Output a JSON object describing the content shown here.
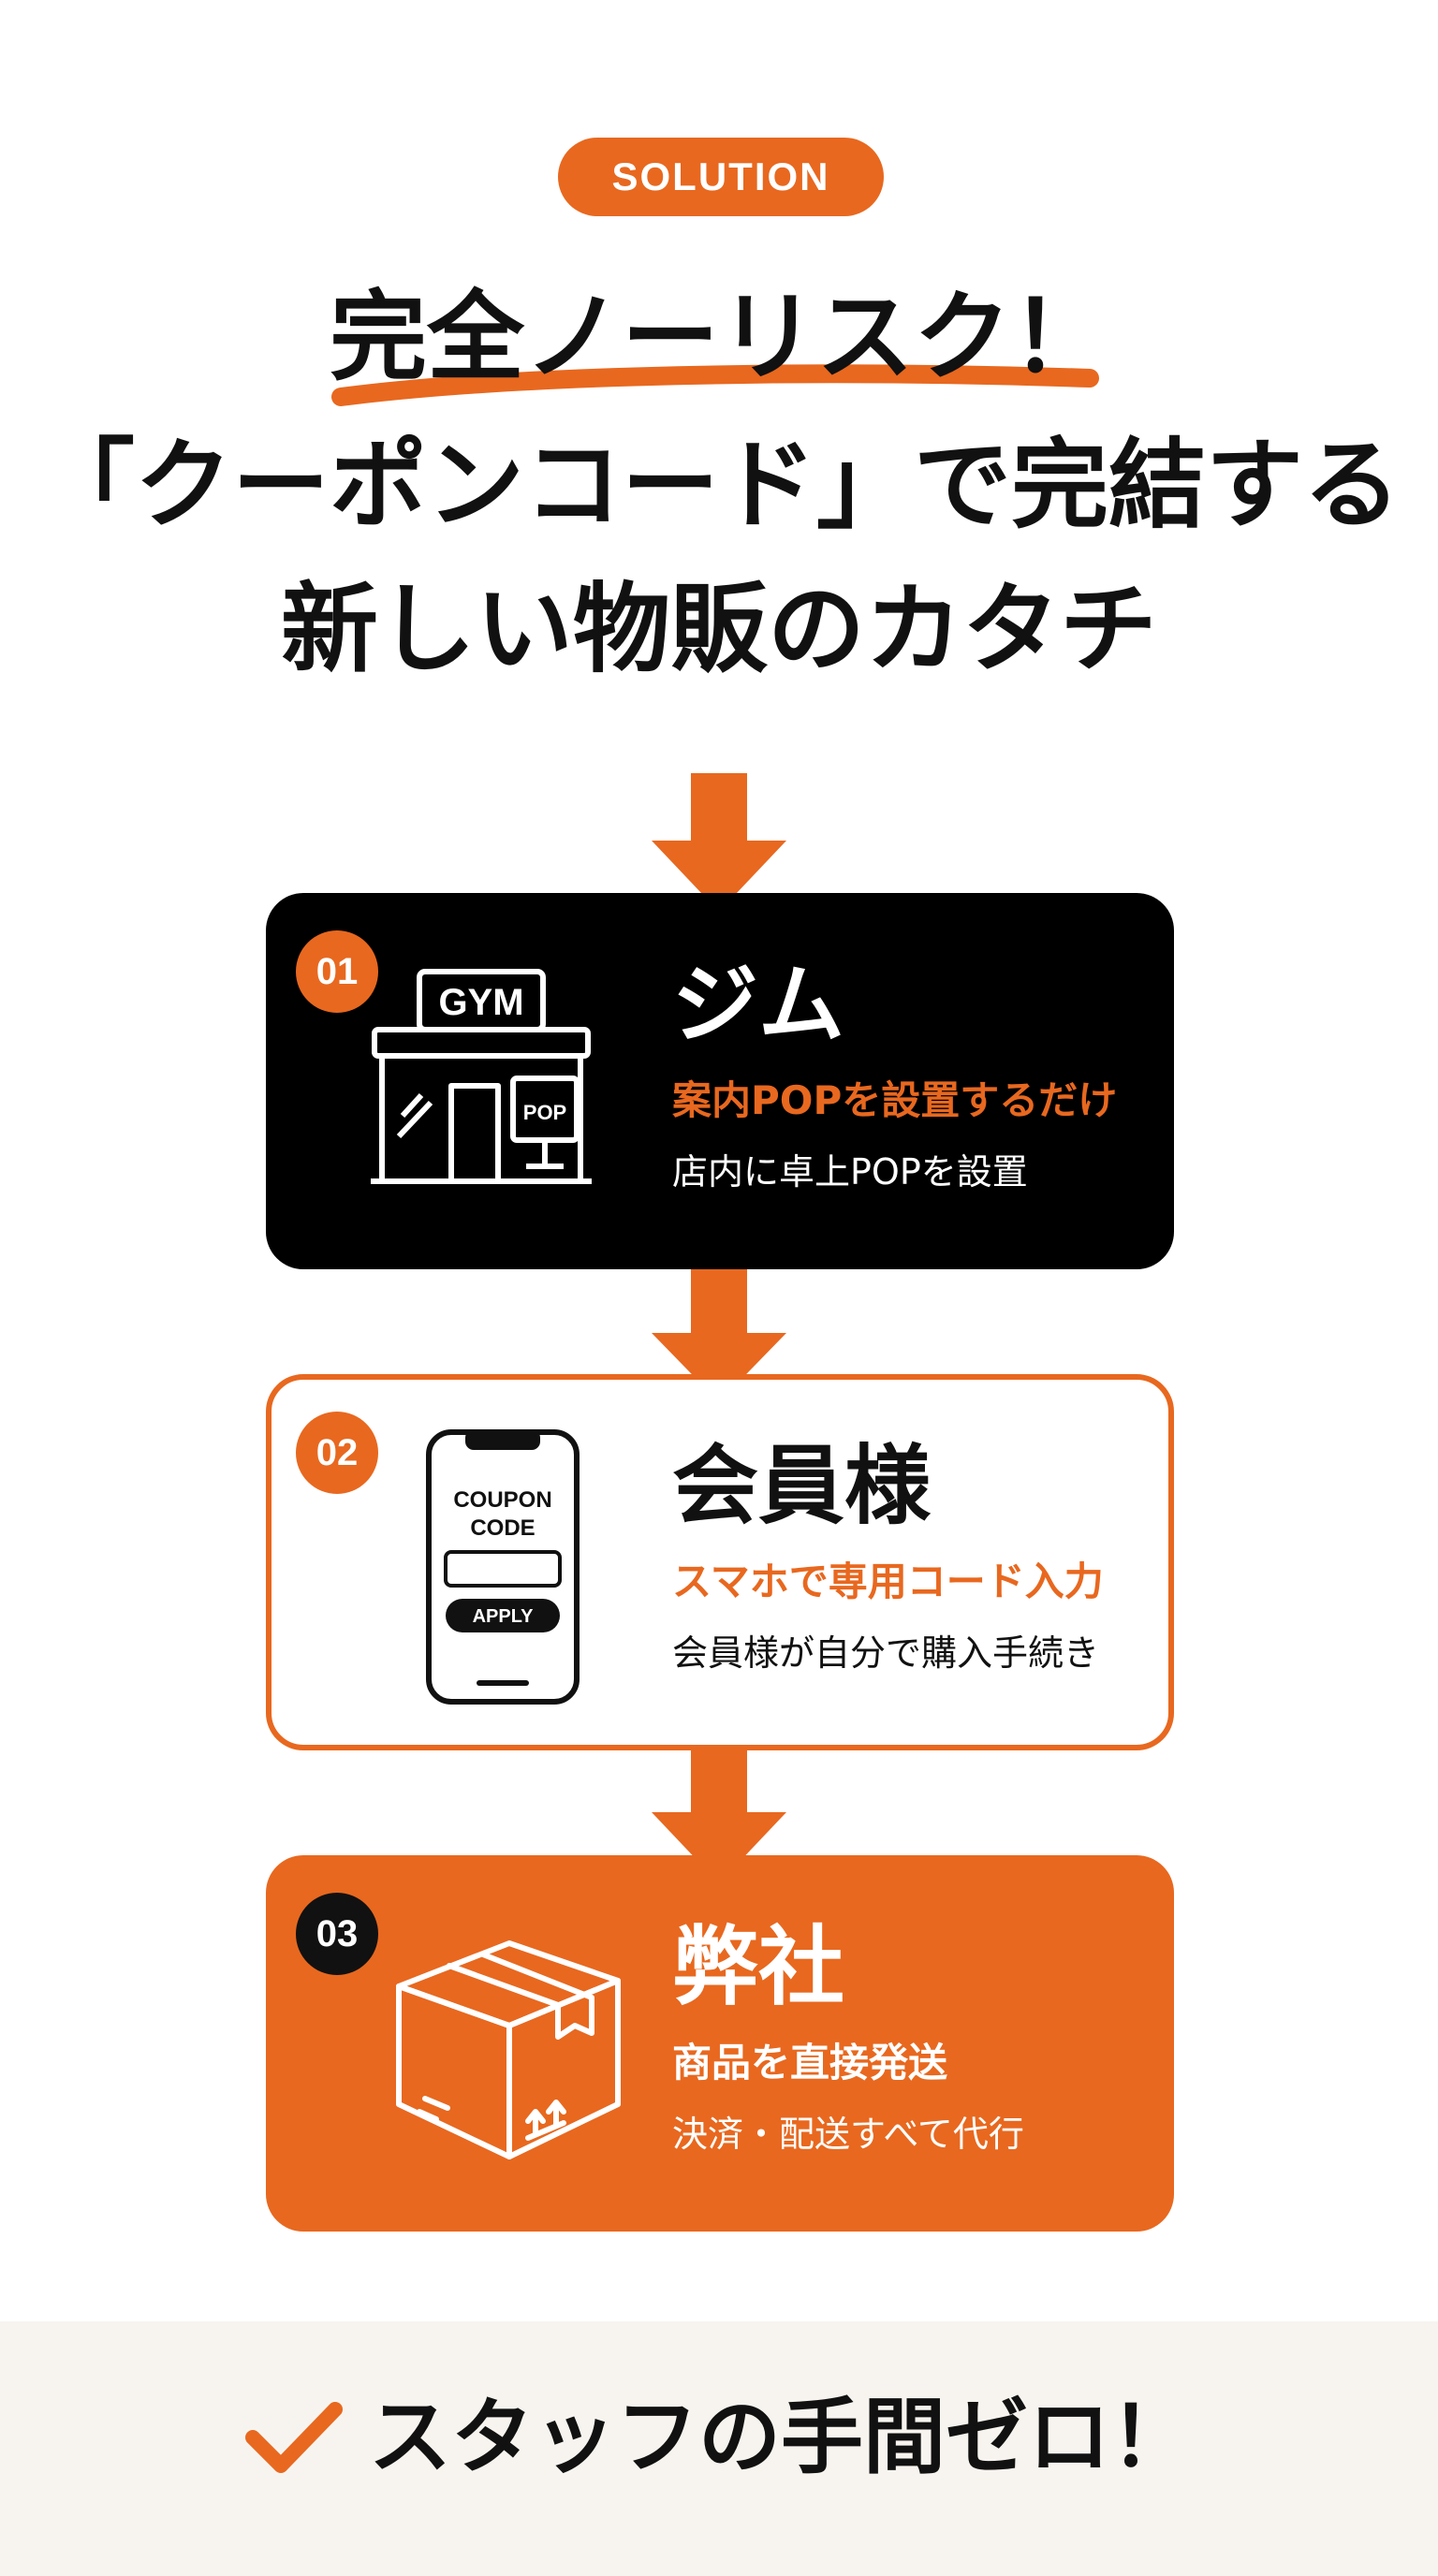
{
  "badge": "SOLUTION",
  "headline": {
    "line1": "完全ノーリスク！",
    "line2": "「クーポンコード」で完結する",
    "line3": "新しい物販のカタチ"
  },
  "steps": [
    {
      "number": "01",
      "title": "ジム",
      "subtitle": "案内POPを設置するだけ",
      "description": "店内に卓上POPを設置",
      "icon": "gym-storefront-icon",
      "illustration_labels": {
        "sign": "GYM",
        "pop": "POP"
      }
    },
    {
      "number": "02",
      "title": "会員様",
      "subtitle": "スマホで専用コード入力",
      "description": "会員様が自分で購入手続き",
      "icon": "smartphone-coupon-icon",
      "illustration_labels": {
        "line1": "COUPON",
        "line2": "CODE",
        "button": "APPLY"
      }
    },
    {
      "number": "03",
      "title": "弊社",
      "subtitle": "商品を直接発送",
      "description": "決済・配送すべて代行",
      "icon": "shipping-box-icon"
    }
  ],
  "footer": {
    "text": "スタッフの手間ゼロ！",
    "icon": "checkmark-icon"
  },
  "colors": {
    "accent": "#E8681F",
    "dark": "#111111",
    "black_card": "#000000",
    "footer_bg": "#F7F4EF"
  }
}
